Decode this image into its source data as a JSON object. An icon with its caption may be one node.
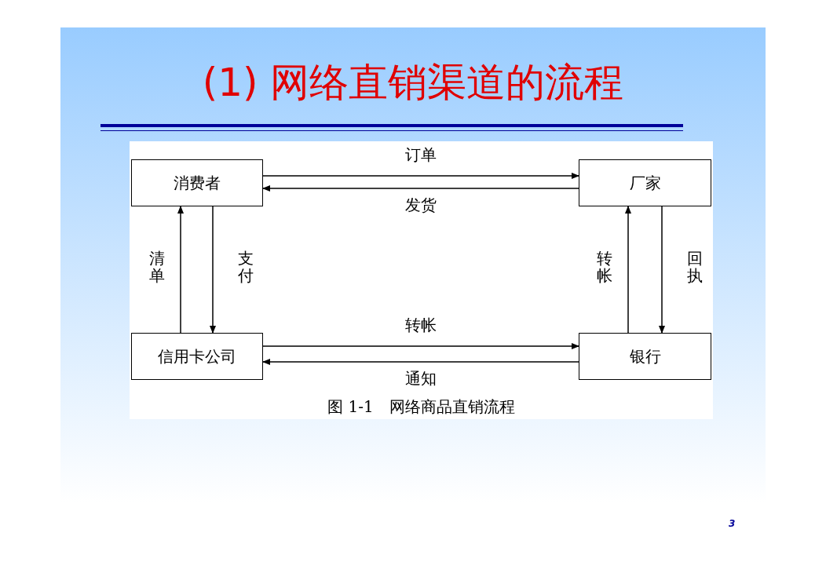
{
  "diagram": {
    "title": "(1) 网络直销渠道的流程",
    "caption": "图 1-1　网络商品直销流程",
    "nodes": [
      {
        "text": [
          "消费者"
        ]
      },
      {
        "text": [
          "厂家"
        ]
      },
      {
        "text": [
          "信用卡公司"
        ]
      },
      {
        "text": [
          "银行"
        ]
      }
    ],
    "edges": [
      {
        "from": 0,
        "to": 1,
        "arrow": "to",
        "label": "订单"
      },
      {
        "from": 1,
        "to": 0,
        "arrow": "to",
        "label": "发货"
      },
      {
        "from": 2,
        "to": 0,
        "arrow": "to",
        "label": "清单"
      },
      {
        "from": 0,
        "to": 2,
        "arrow": "to",
        "label": "支付"
      },
      {
        "from": 3,
        "to": 1,
        "arrow": "to",
        "label": "转帐"
      },
      {
        "from": 1,
        "to": 3,
        "arrow": "to",
        "label": "回执"
      },
      {
        "from": 2,
        "to": 3,
        "arrow": "to",
        "label": "转帐"
      },
      {
        "from": 3,
        "to": 2,
        "arrow": "to",
        "label": "通知"
      }
    ],
    "labels": [
      "3"
    ]
  }
}
